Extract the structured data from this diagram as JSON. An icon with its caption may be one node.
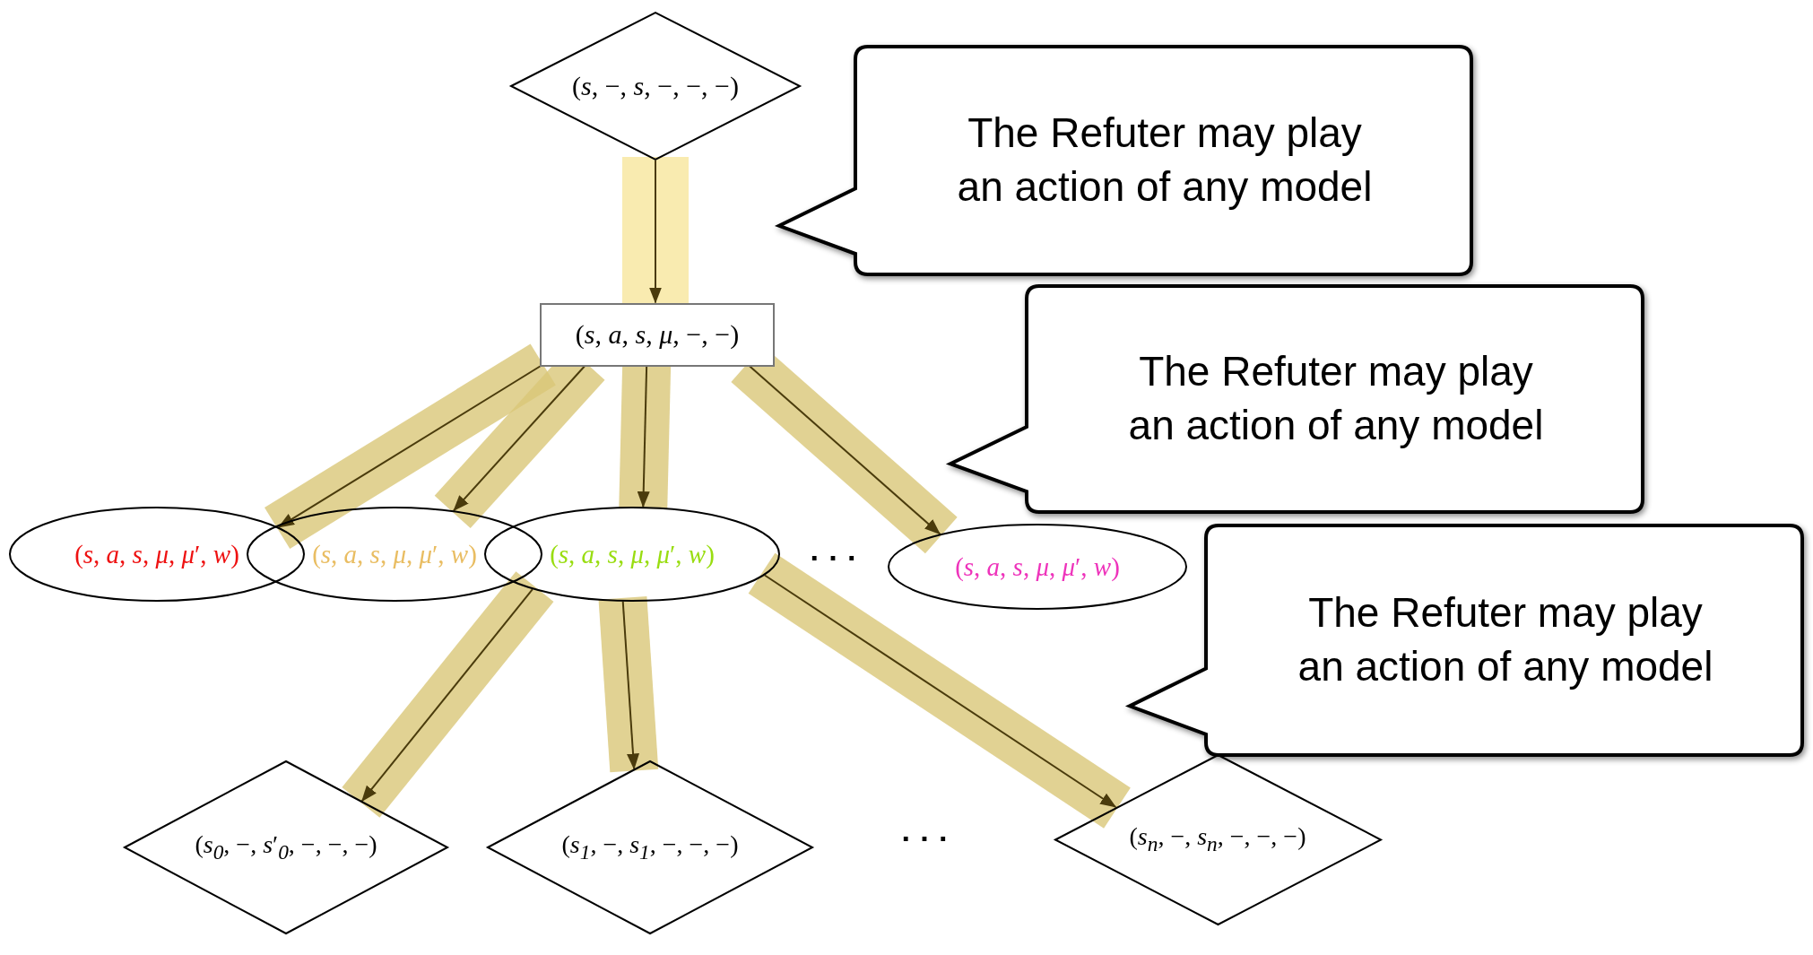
{
  "diagram": {
    "nodes": [
      {
        "text": [
          "(*s*, −, *s*, −, −, −)"
        ]
      },
      {
        "text": [
          "(*s*, *a*, *s*, *μ*, −, −)"
        ]
      },
      {
        "text": [
          "(*s*, *a*, *s*, *μ*, *μ*′, *w*)"
        ]
      },
      {
        "text": [
          "(*s*, *a*, *s*, *μ*, *μ*′, *w*)"
        ]
      },
      {
        "text": [
          "(*s*, *a*, *s*, *μ*, *μ*′, *w*)"
        ]
      },
      {
        "text": [
          "(*s*, *a*, *s*, *μ*, *μ*′, *w*)"
        ]
      },
      {
        "text": [
          "(*s*$_{0}$, −, *s*′$_{0}$, −, −, −)"
        ]
      },
      {
        "text": [
          "(*s*$_{1}$, −, *s*$_{1}$, −, −, −)"
        ]
      },
      {
        "text": [
          "(*s*$_{n}$, −, *s*$_{n}$, −, −, −)"
        ]
      },
      {
        "text": [
          "The Refuter may play an action of any model"
        ]
      },
      {
        "text": [
          "The Refuter may play an action of any model"
        ]
      },
      {
        "text": [
          "The Refuter may play an action of any model"
        ]
      }
    ],
    "edges": [
      {
        "from": 0,
        "to": 1,
        "arrow": "to"
      },
      {
        "from": 1,
        "to": 2,
        "arrow": "to"
      },
      {
        "from": 1,
        "to": 3,
        "arrow": "to"
      },
      {
        "from": 1,
        "to": 4,
        "arrow": "to"
      },
      {
        "from": 1,
        "to": 5,
        "arrow": "to"
      },
      {
        "from": 4,
        "to": 6,
        "arrow": "to"
      },
      {
        "from": 4,
        "to": 7,
        "arrow": "to"
      },
      {
        "from": 4,
        "to": 8,
        "arrow": "to"
      }
    ],
    "labels": [
      "· · ·",
      "· · ·"
    ]
  }
}
